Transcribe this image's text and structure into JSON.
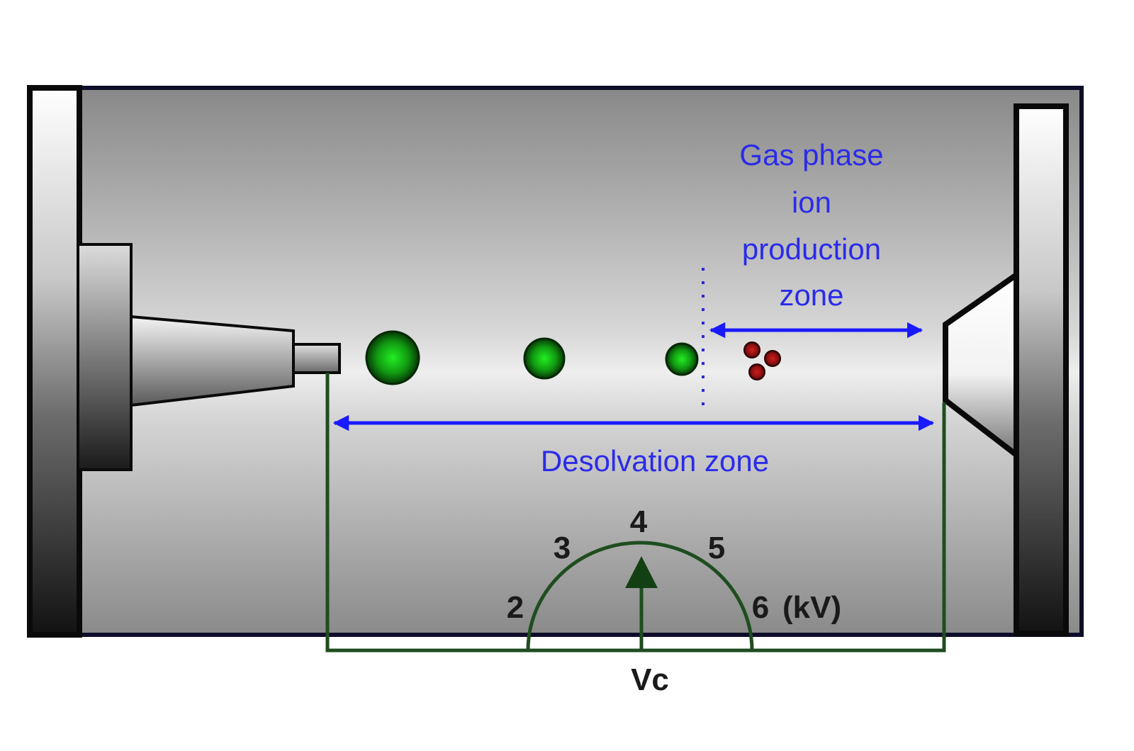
{
  "diagram": {
    "title": "Electrospray ionization source schematic",
    "labels": {
      "gas_phase_line1": "Gas phase",
      "gas_phase_line2": "ion",
      "gas_phase_line3": "production",
      "gas_phase_line4": "zone",
      "desolvation": "Desolvation zone",
      "voltage_name": "Vc",
      "unit": "(kV)"
    },
    "dial": {
      "ticks": [
        "2",
        "3",
        "4",
        "5",
        "6"
      ],
      "pointer_value": 4,
      "min": 2,
      "max": 6
    },
    "droplets": {
      "solvated_count": 3,
      "ion_count": 3
    },
    "colors": {
      "annotation_blue": "#1a1aff",
      "text_blue": "#2b2bea",
      "circuit_green": "#1f4d1f",
      "droplet_green": "#22cc22",
      "ion_red": "#b01818",
      "outline": "#0a0a0a"
    }
  }
}
